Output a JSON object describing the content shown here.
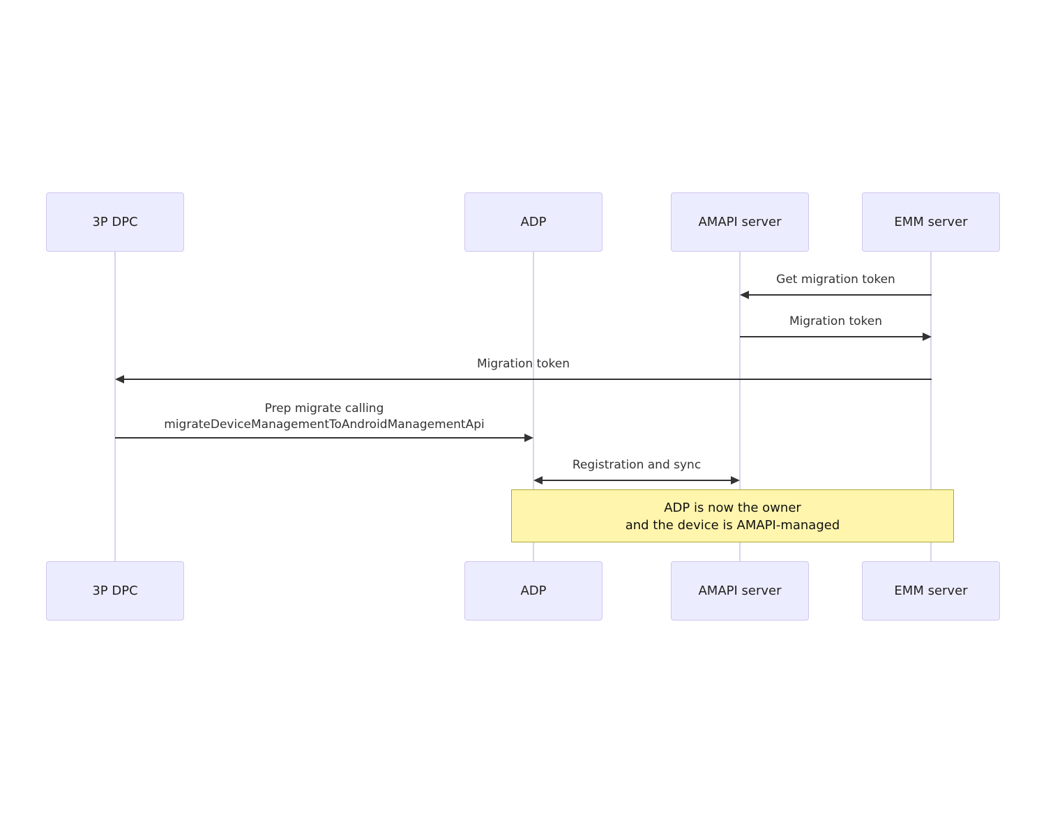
{
  "diagram": {
    "type": "sequence-diagram",
    "colors": {
      "background": "#ffffff",
      "actor_fill": "#ececff",
      "actor_border": "#cfc5ef",
      "lifeline": "#d9d2ee",
      "message": "#333333",
      "note_fill": "#fff5ad",
      "note_border": "#aaaa33"
    },
    "actors": [
      {
        "label": "3P DPC"
      },
      {
        "label": "ADP"
      },
      {
        "label": "AMAPI server"
      },
      {
        "label": "EMM server"
      }
    ],
    "messages": [
      {
        "label": "Get migration token",
        "from": "EMM server",
        "to": "AMAPI server",
        "direction": "left",
        "style": "solid"
      },
      {
        "label": "Migration token",
        "from": "AMAPI server",
        "to": "EMM server",
        "direction": "right",
        "style": "solid"
      },
      {
        "label": "Migration token",
        "from": "EMM server",
        "to": "3P DPC",
        "direction": "left",
        "style": "solid"
      },
      {
        "line1": "Prep migrate calling",
        "line2": "migrateDeviceManagementToAndroidManagementApi",
        "from": "3P DPC",
        "to": "ADP",
        "direction": "right",
        "style": "solid"
      },
      {
        "label": "Registration and sync",
        "from": "ADP",
        "to": "AMAPI server",
        "direction": "both",
        "style": "solid"
      }
    ],
    "note": {
      "over": [
        "ADP",
        "EMM server"
      ],
      "lines": [
        "ADP is now the owner",
        "and the device is AMAPI-managed"
      ]
    }
  }
}
